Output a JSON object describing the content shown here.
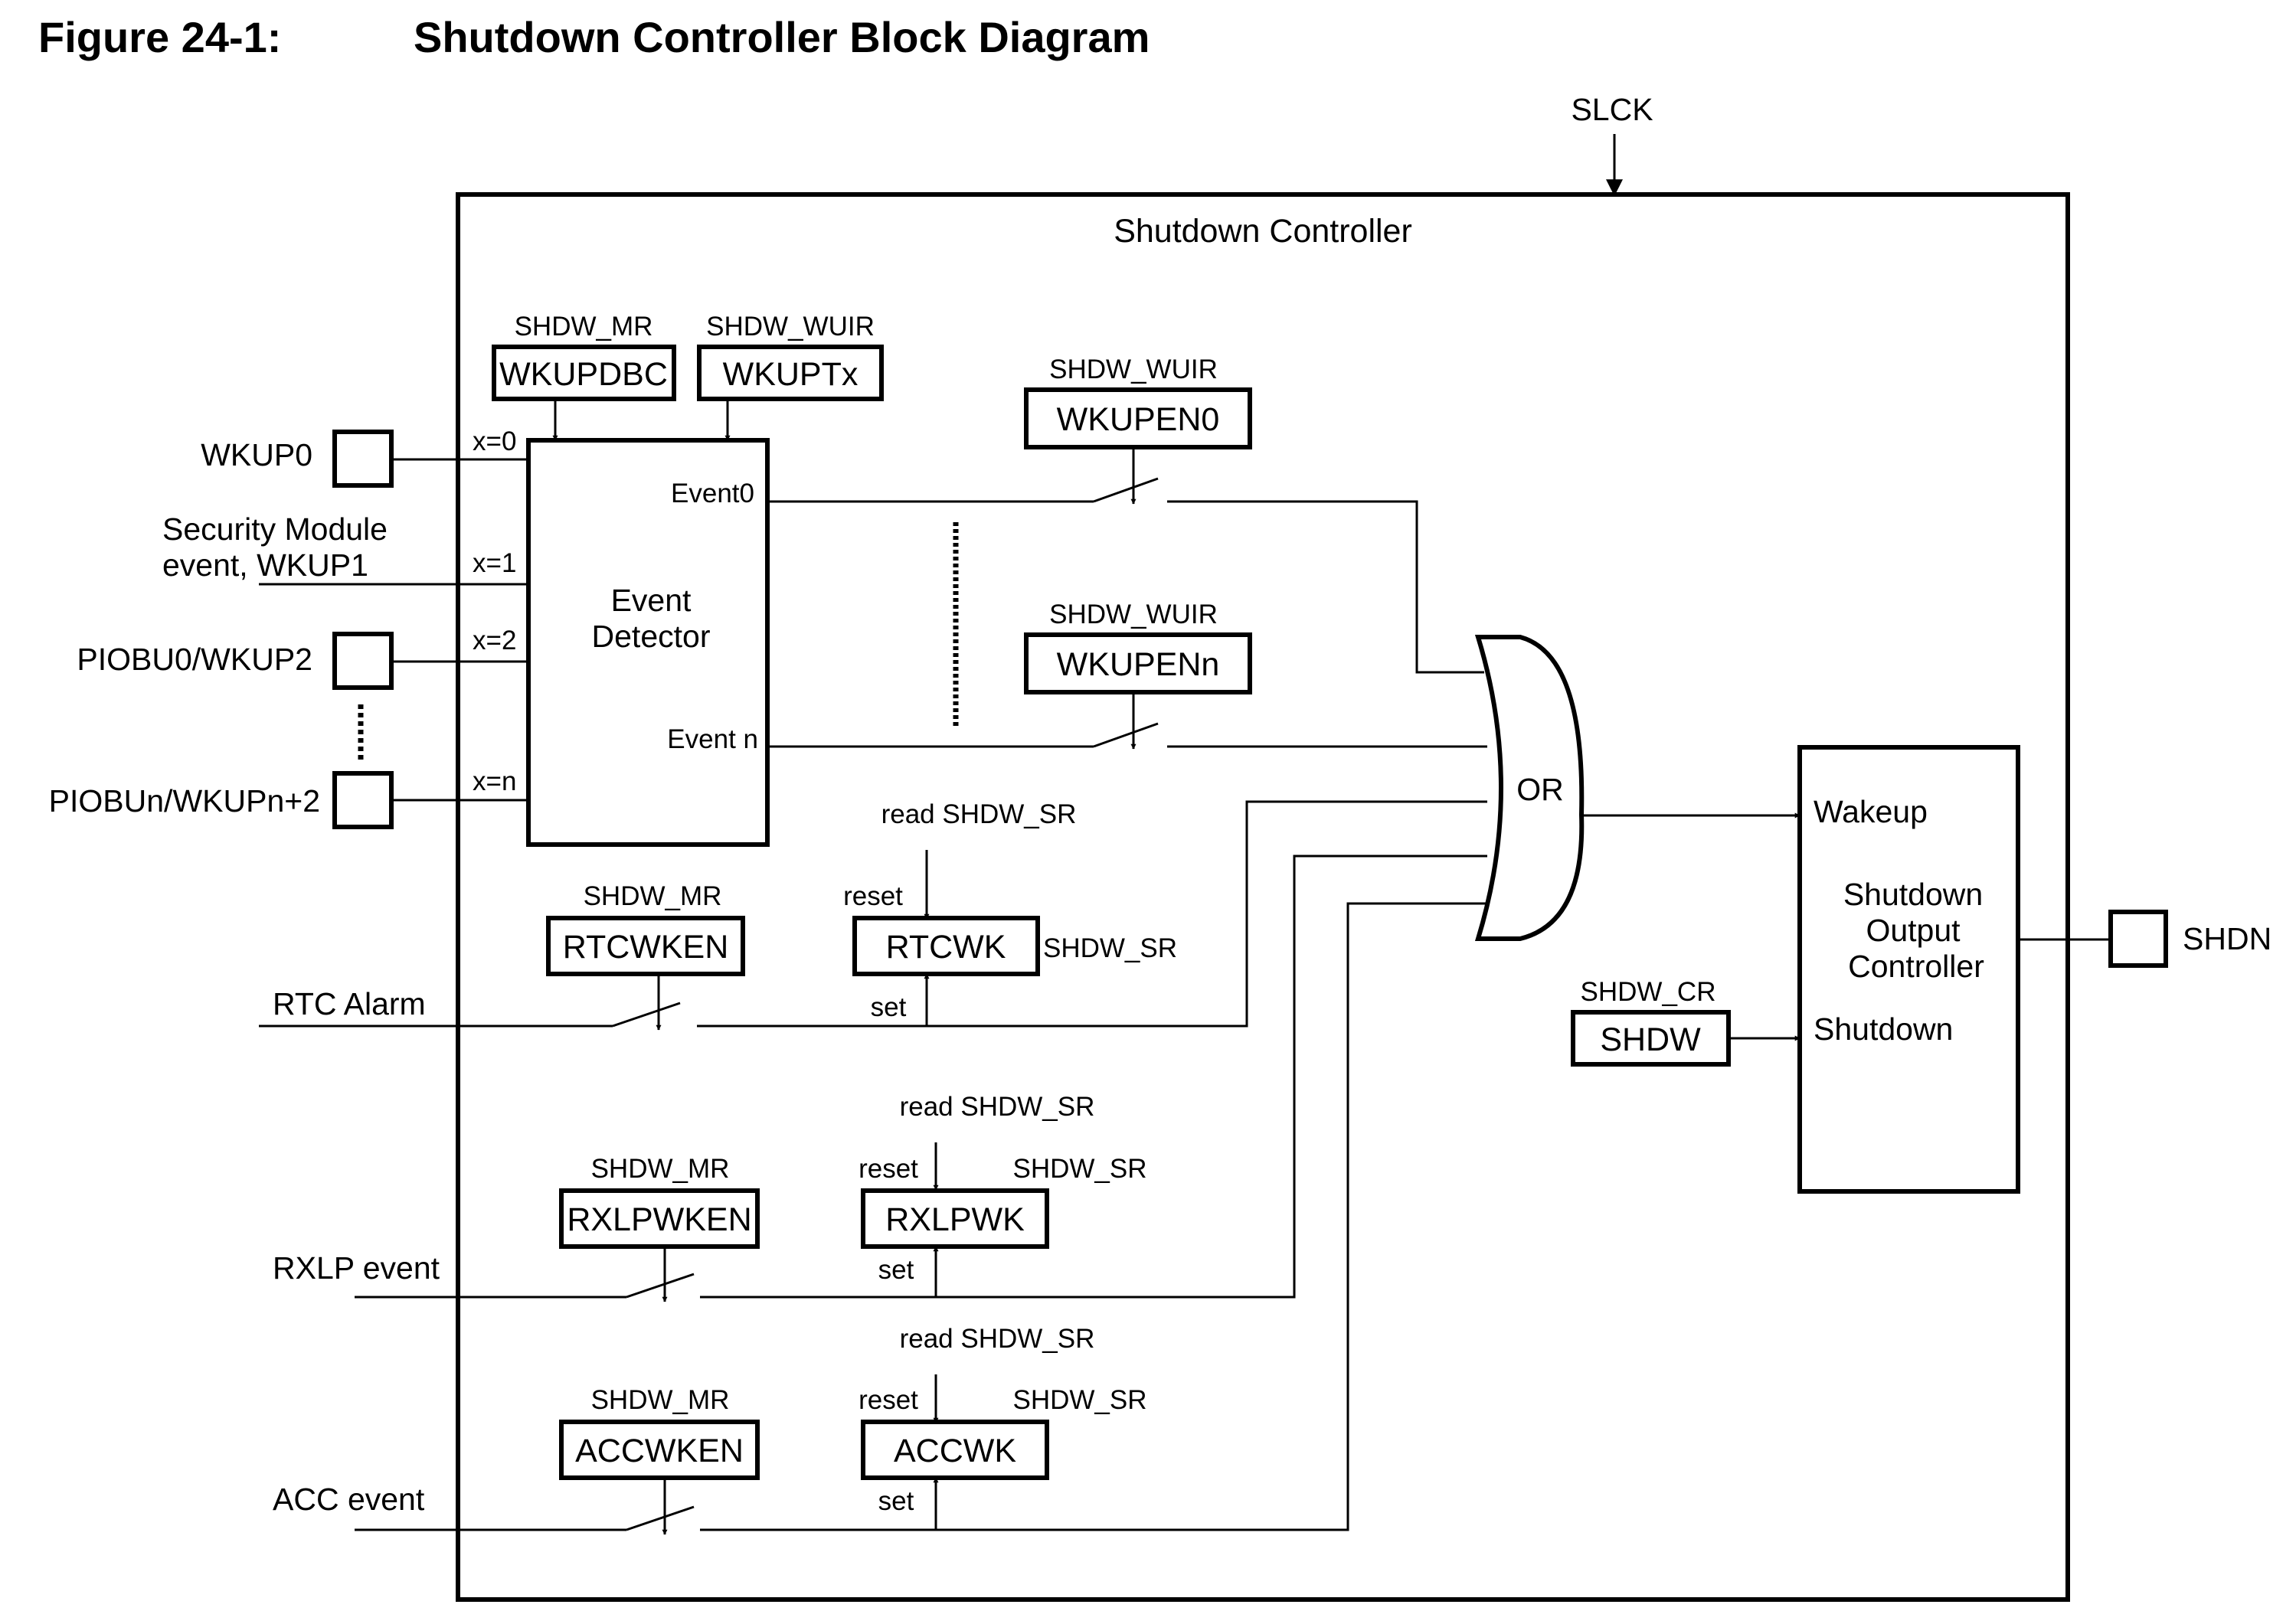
{
  "figure": {
    "number": "Figure 24-1:",
    "title": "Shutdown Controller Block Diagram"
  },
  "inputs": {
    "slck": "SLCK",
    "wkup0": "WKUP0",
    "security_line1": "Security Module",
    "security_line2": "event, WKUP1",
    "piobu0": "PIOBU0/WKUP2",
    "piobun": "PIOBUn/WKUPn+2",
    "rtc_alarm": "RTC Alarm",
    "rxlp_event": "RXLP event",
    "acc_event": "ACC event"
  },
  "controller": {
    "title": "Shutdown Controller"
  },
  "event_detector": {
    "line1": "Event",
    "line2": "Detector",
    "x0": "x=0",
    "x1": "x=1",
    "x2": "x=2",
    "xn": "x=n",
    "event0": "Event0",
    "eventn": "Event n"
  },
  "registers": {
    "shdw_mr": "SHDW_MR",
    "shdw_wuir": "SHDW_WUIR",
    "shdw_sr": "SHDW_SR",
    "shdw_cr": "SHDW_CR",
    "read_shdw_sr": "read SHDW_SR",
    "reset": "reset",
    "set": "set"
  },
  "fields": {
    "wkupdbc": "WKUPDBC",
    "wkuptx": "WKUPTx",
    "wkupen0": "WKUPEN0",
    "wkupenn": "WKUPENn",
    "rtcwken": "RTCWKEN",
    "rtcwk": "RTCWK",
    "rxlpwken": "RXLPWKEN",
    "rxlpwk": "RXLPWK",
    "accwken": "ACCWKEN",
    "accwk": "ACCWK",
    "shdw": "SHDW"
  },
  "or_gate": {
    "label": "OR"
  },
  "output_controller": {
    "wakeup": "Wakeup",
    "line1": "Shutdown",
    "line2": "Output",
    "line3": "Controller",
    "shutdown": "Shutdown"
  },
  "output": {
    "shdn": "SHDN"
  }
}
